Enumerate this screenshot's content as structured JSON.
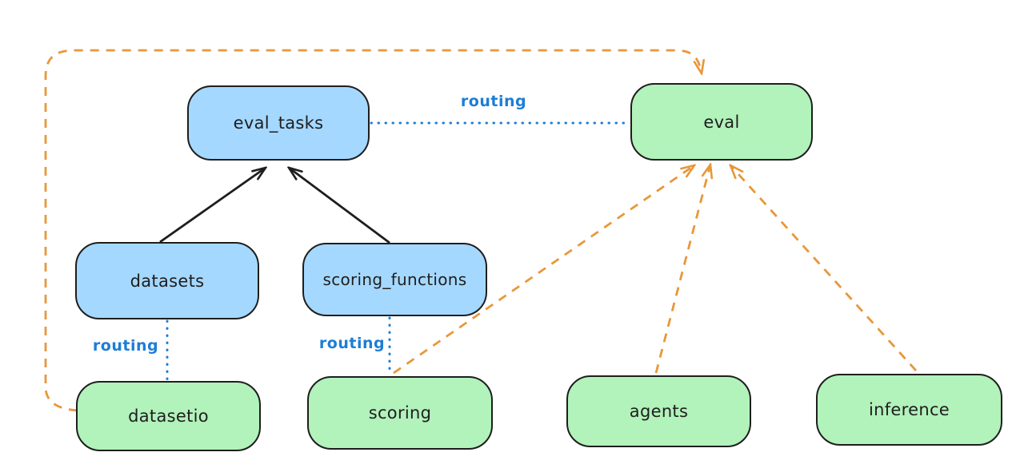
{
  "diagram": {
    "background": "#ffffff",
    "colors": {
      "node_blue_fill": "#a5d8ff",
      "node_green_fill": "#b2f2bb",
      "node_stroke": "#1e1e1e",
      "routing_blue": "#1c7ed6",
      "orange_dashed": "#e8973a",
      "solid_arrow": "#1e1e1e"
    },
    "nodes": {
      "eval_tasks": {
        "label": "eval_tasks",
        "fill": "#a5d8ff"
      },
      "eval": {
        "label": "eval",
        "fill": "#b2f2bb"
      },
      "datasets": {
        "label": "datasets",
        "fill": "#a5d8ff"
      },
      "scoring_functions": {
        "label": "scoring_functions",
        "fill": "#a5d8ff"
      },
      "datasetio": {
        "label": "datasetio",
        "fill": "#b2f2bb"
      },
      "scoring": {
        "label": "scoring",
        "fill": "#b2f2bb"
      },
      "agents": {
        "label": "agents",
        "fill": "#b2f2bb"
      },
      "inference": {
        "label": "inference",
        "fill": "#b2f2bb"
      }
    },
    "edges": [
      {
        "from": "datasets",
        "to": "eval_tasks",
        "style": "solid-arrow",
        "color": "#1e1e1e"
      },
      {
        "from": "scoring_functions",
        "to": "eval_tasks",
        "style": "solid-arrow",
        "color": "#1e1e1e"
      },
      {
        "from": "eval_tasks",
        "to": "eval",
        "style": "dotted",
        "color": "#1c7ed6",
        "label": "routing"
      },
      {
        "from": "datasets",
        "to": "datasetio",
        "style": "dotted",
        "color": "#1c7ed6",
        "label": "routing"
      },
      {
        "from": "scoring_functions",
        "to": "scoring",
        "style": "dotted",
        "color": "#1c7ed6",
        "label": "routing"
      },
      {
        "from": "datasetio",
        "to": "eval",
        "style": "dashed-arrow",
        "color": "#e8973a"
      },
      {
        "from": "scoring",
        "to": "eval",
        "style": "dashed-arrow",
        "color": "#e8973a"
      },
      {
        "from": "agents",
        "to": "eval",
        "style": "dashed-arrow",
        "color": "#e8973a"
      },
      {
        "from": "inference",
        "to": "eval",
        "style": "dashed-arrow",
        "color": "#e8973a"
      }
    ]
  }
}
